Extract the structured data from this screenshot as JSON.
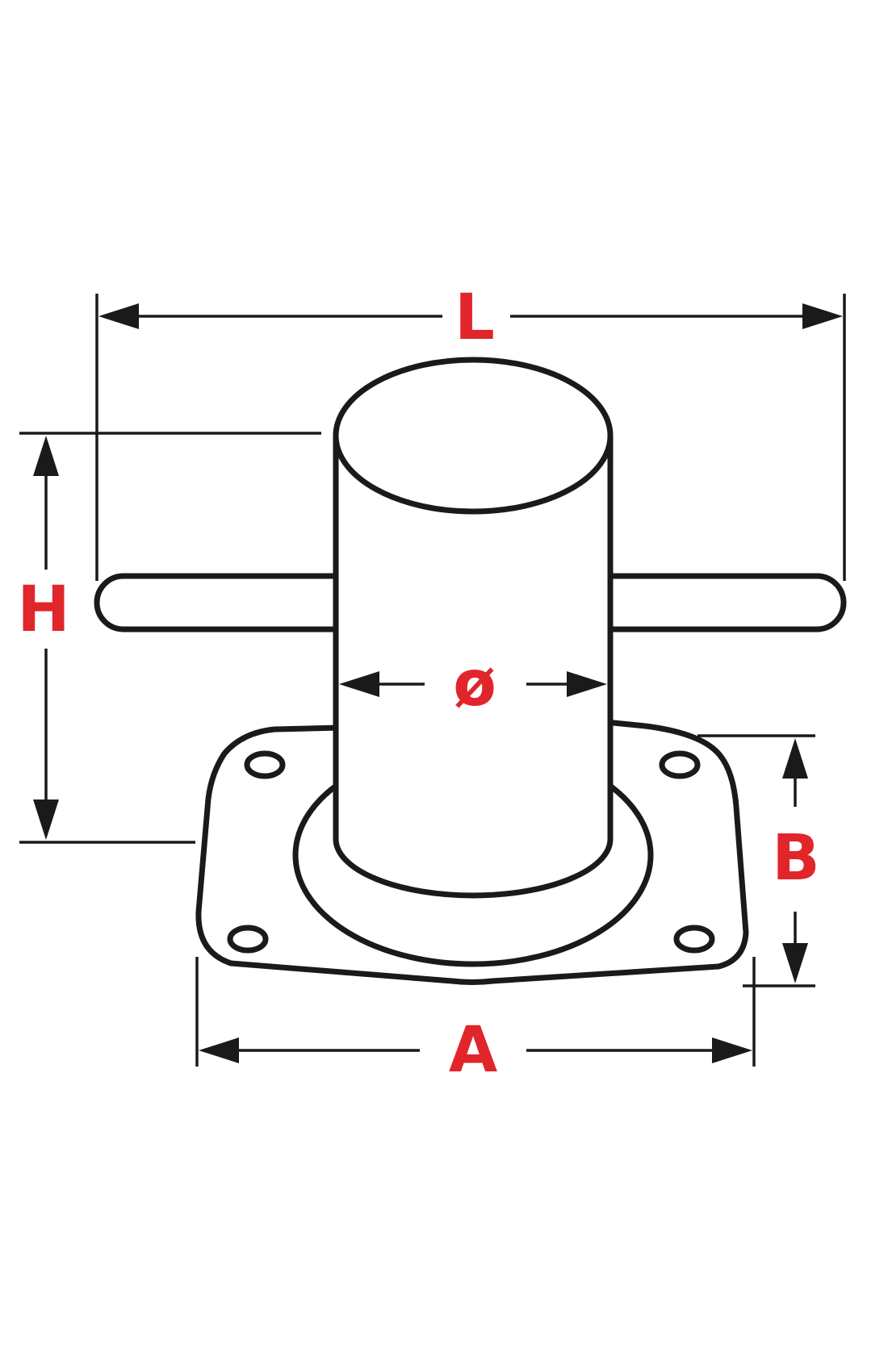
{
  "colors": {
    "line": "#1a1a1a",
    "label": "#e0262b",
    "background": "#ffffff"
  },
  "labels": {
    "length": "L",
    "height": "H",
    "diameter": "ø",
    "base_width": "A",
    "base_depth": "B"
  }
}
